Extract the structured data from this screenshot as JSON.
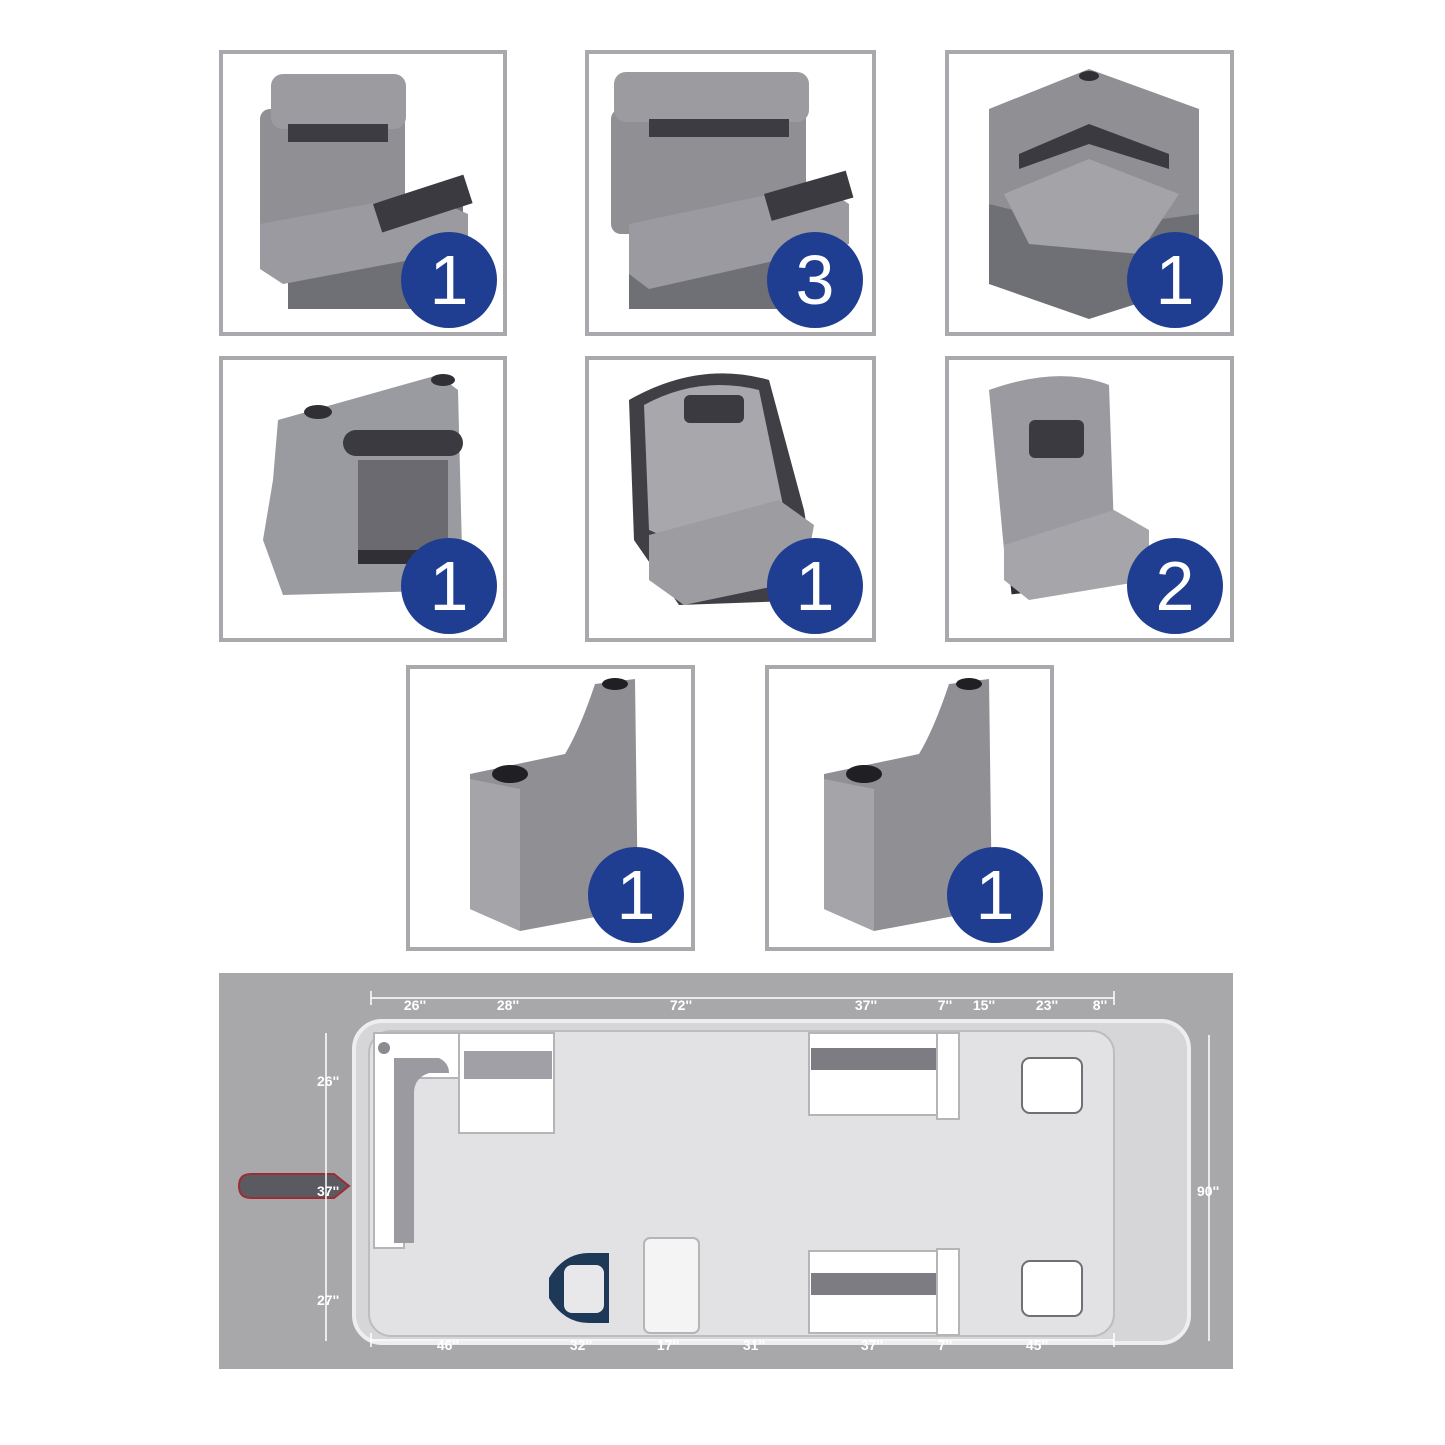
{
  "colors": {
    "badge": "#203e91",
    "tile_border": "#a9a9ad",
    "layout_bg": "#a8a8aa",
    "deck": "#dedede",
    "seat_gray": "#8e8e92",
    "accent_dark": "#3a3a40"
  },
  "tiles": [
    {
      "name": "lounge-seat-single",
      "icon": "pontoon-lounge-seat-icon",
      "count": "1"
    },
    {
      "name": "lounge-seat-double",
      "icon": "pontoon-bench-seat-icon",
      "count": "3"
    },
    {
      "name": "corner-seat",
      "icon": "pontoon-corner-seat-icon",
      "count": "1"
    },
    {
      "name": "console",
      "icon": "pontoon-console-icon",
      "count": "1"
    },
    {
      "name": "captain-bucket-seat",
      "icon": "bucket-seat-icon",
      "count": "1"
    },
    {
      "name": "fold-down-seat",
      "icon": "fold-down-seat-icon",
      "count": "2"
    },
    {
      "name": "armrest-left",
      "icon": "armrest-icon",
      "count": "1"
    },
    {
      "name": "armrest-right",
      "icon": "armrest-icon",
      "count": "1"
    }
  ],
  "layout": {
    "top_dims": [
      "26''",
      "28''",
      "72''",
      "37''",
      "7''",
      "15''",
      "23''",
      "8''"
    ],
    "bottom_dims": [
      "46''",
      "32''",
      "17''",
      "31''",
      "37''",
      "7''",
      "45''"
    ],
    "left_dims": [
      "26''",
      "37''",
      "27''"
    ],
    "right_dim": "90''"
  }
}
